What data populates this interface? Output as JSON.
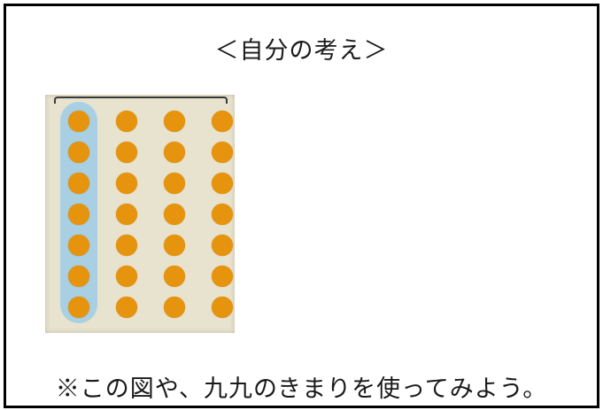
{
  "title": "＜自分の考え＞",
  "note": "※この図や、九九のきまりを使ってみよう。",
  "dot_grid": {
    "rows": 7,
    "columns": 4,
    "highlighted_column": 1,
    "dot_color": "#e6930e",
    "highlight_color": "#a8cfe2",
    "paper_color": "#e8e3cf"
  }
}
